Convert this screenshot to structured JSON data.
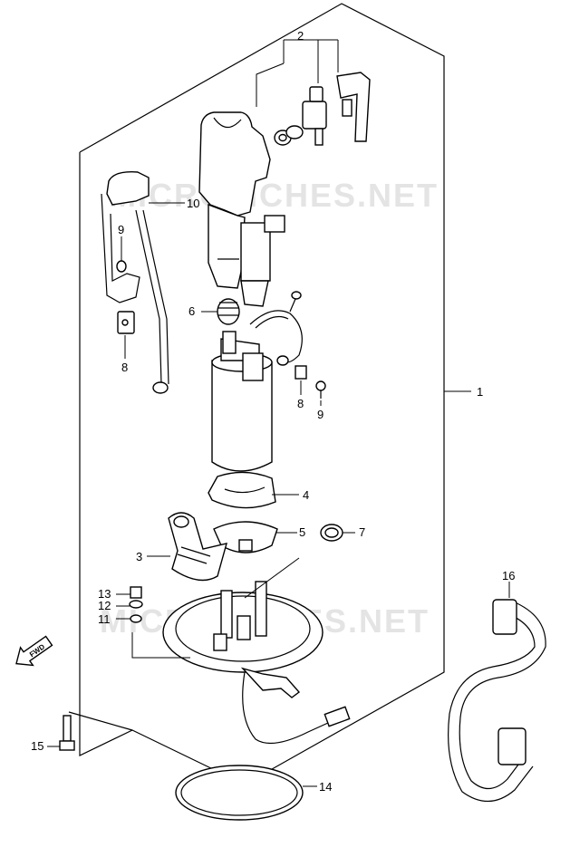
{
  "watermarks": [
    "MICROFICHES.NET",
    "MICROFICHES.NET"
  ],
  "forward_mark": "FWD",
  "callouts": {
    "c1": "1",
    "c2": "2",
    "c3": "3",
    "c4": "4",
    "c5": "5",
    "c6": "6",
    "c7": "7",
    "c8a": "8",
    "c8b": "8",
    "c9a": "9",
    "c9b": "9",
    "c10": "10",
    "c11": "11",
    "c12": "12",
    "c13": "13",
    "c14": "14",
    "c15": "15",
    "c16": "16"
  }
}
